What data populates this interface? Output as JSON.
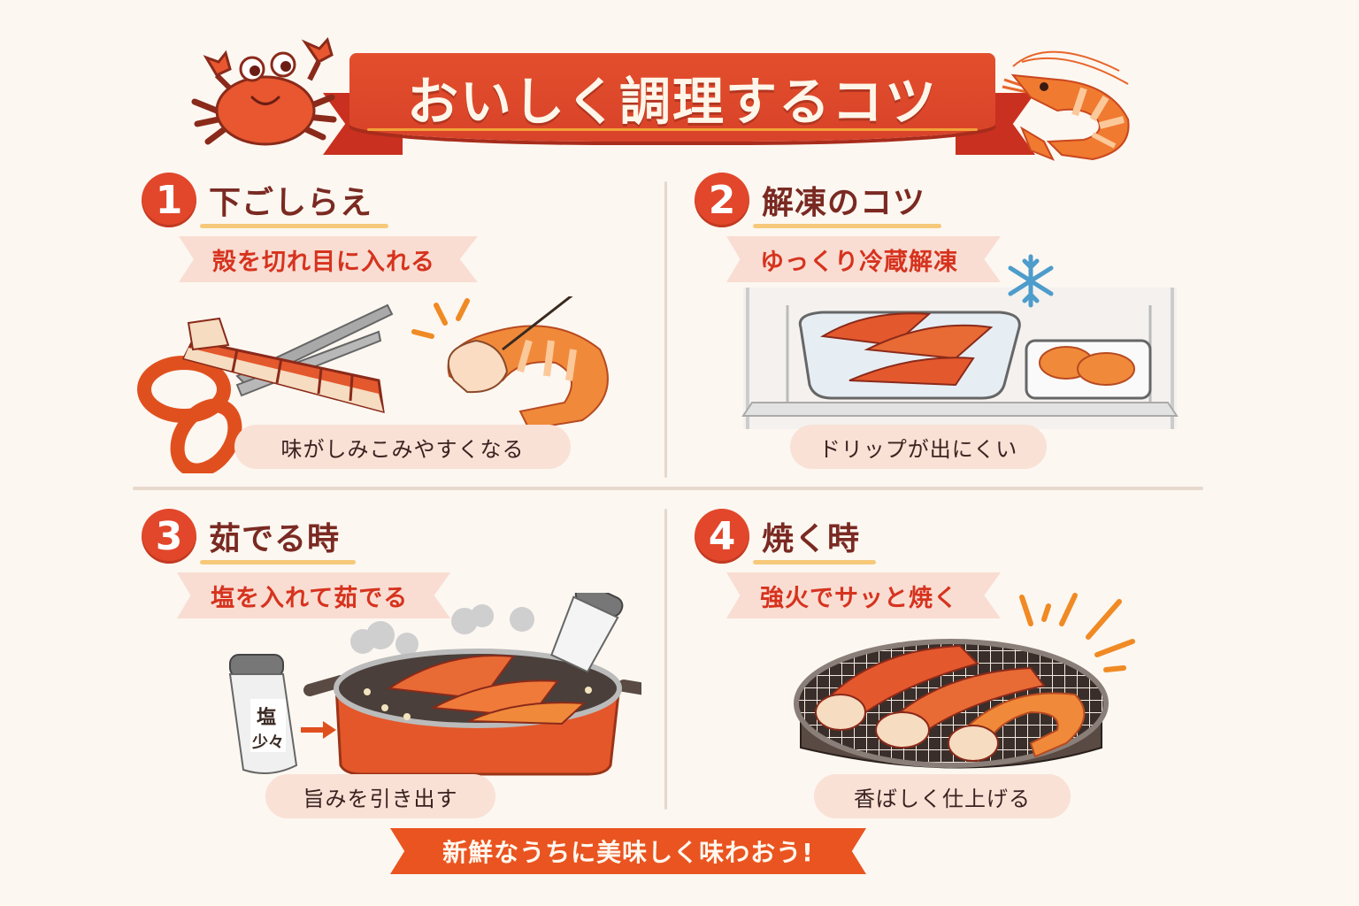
{
  "header": {
    "title": "おいしく調理するコツ",
    "left_mascot": "crab-icon",
    "right_mascot": "shrimp-icon"
  },
  "sections": [
    {
      "number": "1",
      "title": "下ごしらえ",
      "tip": "殻を切れ目に入れる",
      "caption": "味がしみこみやすくなる",
      "illustration": [
        "scissors-cutting-crab-leg",
        "shrimp-skewer-deveining"
      ]
    },
    {
      "number": "2",
      "title": "解凍のコツ",
      "tip": "ゆっくり冷蔵解凍",
      "caption": "ドリップが出にくい",
      "illustration": [
        "refrigerator-shelf",
        "bowl-of-crab-legs",
        "tray-of-shrimp",
        "snowflake-icon"
      ]
    },
    {
      "number": "3",
      "title": "茹でる時",
      "tip": "塩を入れて茹でる",
      "caption": "旨みを引き出す",
      "illustration": [
        "salt-shaker",
        "boiling-pot-with-crab",
        "salt-shaker-tilted",
        "steam"
      ],
      "shaker_label_line1": "塩",
      "shaker_label_line2": "少々"
    },
    {
      "number": "4",
      "title": "焼く時",
      "tip": "強火でサッと焼く",
      "caption": "香ばしく仕上げる",
      "illustration": [
        "grill-net-with-crab-and-shrimp",
        "sizzle-lines"
      ]
    }
  ],
  "footer": {
    "text": "新鮮なうちに美味しく味わおう!"
  },
  "colors": {
    "background": "#fcf7f1",
    "banner_red": "#e04a2b",
    "badge_red": "#e2472b",
    "title_brown": "#7a2a22",
    "tip_red": "#d6331f",
    "ribbon_pink": "#f9ddd2",
    "underline_yellow": "#f6c97a",
    "footer_orange": "#ea5420",
    "snowflake_blue": "#4d9ccb"
  }
}
